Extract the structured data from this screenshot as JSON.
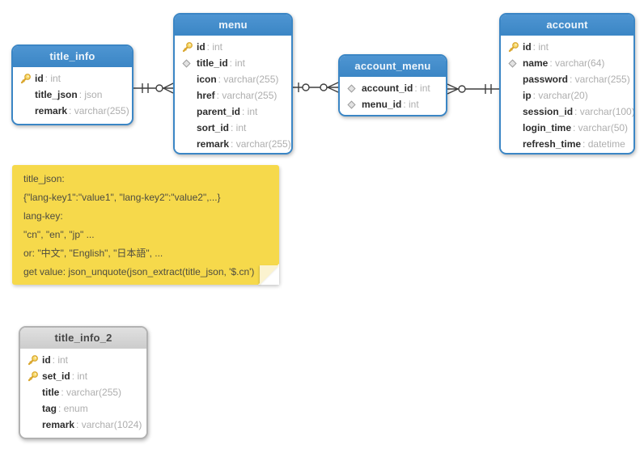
{
  "colors": {
    "entity_header_blue": "#3b86c5",
    "entity_header_gray": "#d6d6d6",
    "entity_border_blue": "#3b86c5",
    "entity_border_gray": "#b2b2b2",
    "field_name_text": "#2d2d2d",
    "field_type_text": "#aeaeae",
    "note_background": "#f6d94b",
    "note_text": "#4e4c40",
    "connector_stroke": "#3f3f3f",
    "key_icon_gold": "#f2cc55",
    "diamond_icon_gray": "#e2e2e2"
  },
  "entities": [
    {
      "name": "title_info",
      "theme": "blue",
      "fields": [
        {
          "icon": "key",
          "name": "id",
          "type": "int"
        },
        {
          "icon": "none",
          "name": "title_json",
          "type": "json"
        },
        {
          "icon": "none",
          "name": "remark",
          "type": "varchar(255)"
        }
      ]
    },
    {
      "name": "menu",
      "theme": "blue",
      "fields": [
        {
          "icon": "key",
          "name": "id",
          "type": "int"
        },
        {
          "icon": "diamond",
          "name": "title_id",
          "type": "int"
        },
        {
          "icon": "none",
          "name": "icon",
          "type": "varchar(255)"
        },
        {
          "icon": "none",
          "name": "href",
          "type": "varchar(255)"
        },
        {
          "icon": "none",
          "name": "parent_id",
          "type": "int"
        },
        {
          "icon": "none",
          "name": "sort_id",
          "type": "int"
        },
        {
          "icon": "none",
          "name": "remark",
          "type": "varchar(255)"
        }
      ]
    },
    {
      "name": "account_menu",
      "theme": "blue",
      "fields": [
        {
          "icon": "diamond",
          "name": "account_id",
          "type": "int"
        },
        {
          "icon": "diamond",
          "name": "menu_id",
          "type": "int"
        }
      ]
    },
    {
      "name": "account",
      "theme": "blue",
      "fields": [
        {
          "icon": "key",
          "name": "id",
          "type": "int"
        },
        {
          "icon": "diamond",
          "name": "name",
          "type": "varchar(64)"
        },
        {
          "icon": "none",
          "name": "password",
          "type": "varchar(255)"
        },
        {
          "icon": "none",
          "name": "ip",
          "type": "varchar(20)"
        },
        {
          "icon": "none",
          "name": "session_id",
          "type": "varchar(100)"
        },
        {
          "icon": "none",
          "name": "login_time",
          "type": "varchar(50)"
        },
        {
          "icon": "none",
          "name": "refresh_time",
          "type": "datetime"
        }
      ]
    },
    {
      "name": "title_info_2",
      "theme": "gray",
      "fields": [
        {
          "icon": "key",
          "name": "id",
          "type": "int"
        },
        {
          "icon": "key",
          "name": "set_id",
          "type": "int"
        },
        {
          "icon": "none",
          "name": "title",
          "type": "varchar(255)"
        },
        {
          "icon": "none",
          "name": "tag",
          "type": "enum"
        },
        {
          "icon": "none",
          "name": "remark",
          "type": "varchar(1024)"
        }
      ]
    }
  ],
  "note": {
    "lines": [
      "title_json:",
      "{\"lang-key1\":\"value1\", \"lang-key2\":\"value2\",...}",
      "lang-key:",
      "\"cn\", \"en\", \"jp\" ...",
      "or: \"中文\", \"English\", \"日本語\", ...",
      "get value: json_unquote(json_extract(title_json, '$.cn')"
    ]
  },
  "relationships": [
    {
      "from": "title_info",
      "to": "menu",
      "from_cardinality": "exactly-one",
      "to_cardinality": "zero-or-many"
    },
    {
      "from": "menu",
      "to": "account_menu",
      "from_cardinality": "zero-or-one",
      "to_cardinality": "zero-or-many"
    },
    {
      "from": "account_menu",
      "to": "account",
      "from_cardinality": "zero-or-many",
      "to_cardinality": "exactly-one"
    }
  ]
}
